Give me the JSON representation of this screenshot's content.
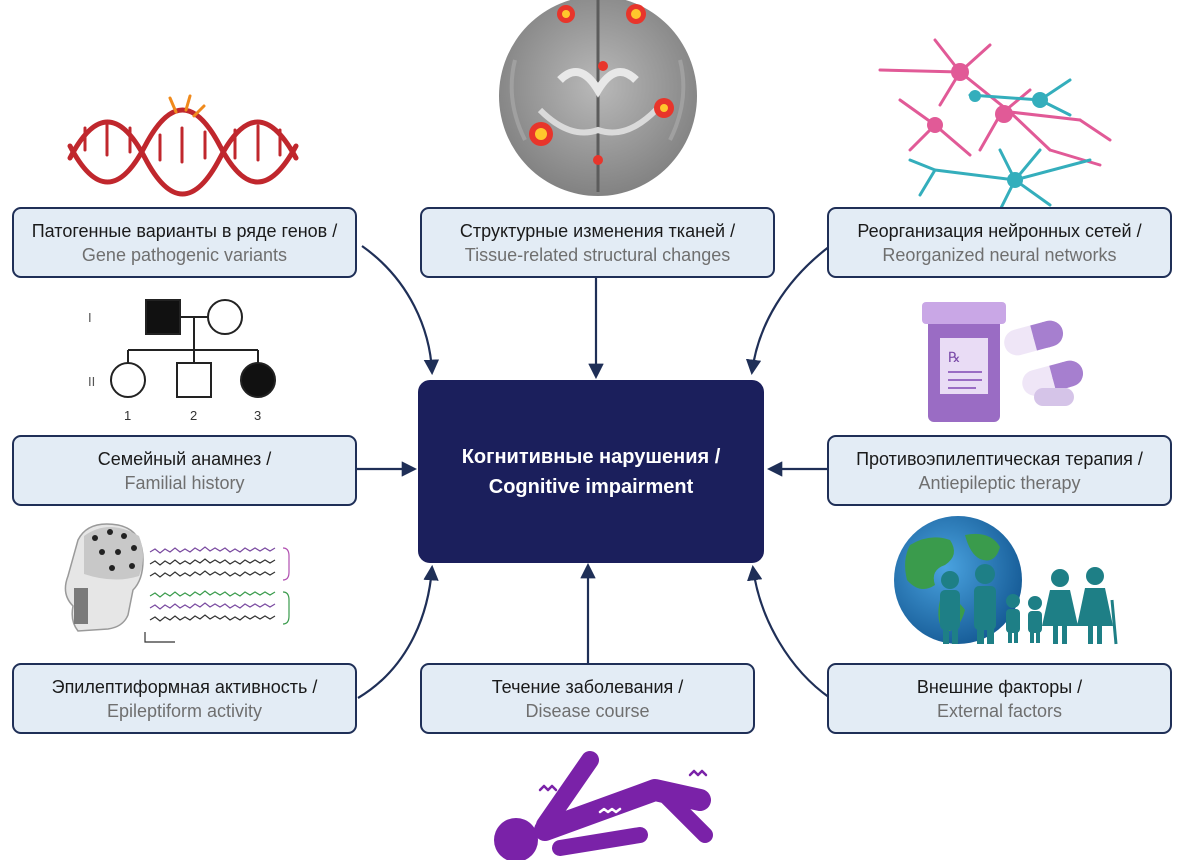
{
  "center": {
    "ru": "Когнитивные нарушения /",
    "en": "Cognitive impairment"
  },
  "factors": {
    "genes": {
      "ru": "Патогенные варианты в ряде генов /",
      "en": "Gene pathogenic variants"
    },
    "tissue": {
      "ru": "Структурные изменения тканей /",
      "en": "Tissue-related structural changes"
    },
    "networks": {
      "ru": "Реорганизация нейронных сетей /",
      "en": "Reorganized neural networks"
    },
    "family": {
      "ru": "Семейный анамнез /",
      "en": "Familial history"
    },
    "therapy": {
      "ru": "Противоэпилептическая терапия /",
      "en": "Antiepileptic therapy"
    },
    "eeg": {
      "ru": "Эпилептиформная активность /",
      "en": "Epileptiform activity"
    },
    "course": {
      "ru": "Течение заболевания /",
      "en": "Disease course"
    },
    "external": {
      "ru": "Внешние факторы /",
      "en": "External factors"
    }
  },
  "pedigree": {
    "generations": [
      "I",
      "II"
    ],
    "individuals": [
      "1",
      "2",
      "3"
    ]
  },
  "colors": {
    "box_fill": "#e3ecf5",
    "box_border": "#1f2f57",
    "center_fill": "#1b1f5c",
    "arrow": "#1f2f57",
    "dna": "#c0272d",
    "neuron_pink": "#e15a97",
    "neuron_teal": "#34aebc",
    "pill_purple": "#9a6cc4",
    "globe_blue": "#1f78b4",
    "globe_green": "#3a9b4c",
    "people_teal": "#1e7f86",
    "patient_purple": "#7a22a8"
  }
}
